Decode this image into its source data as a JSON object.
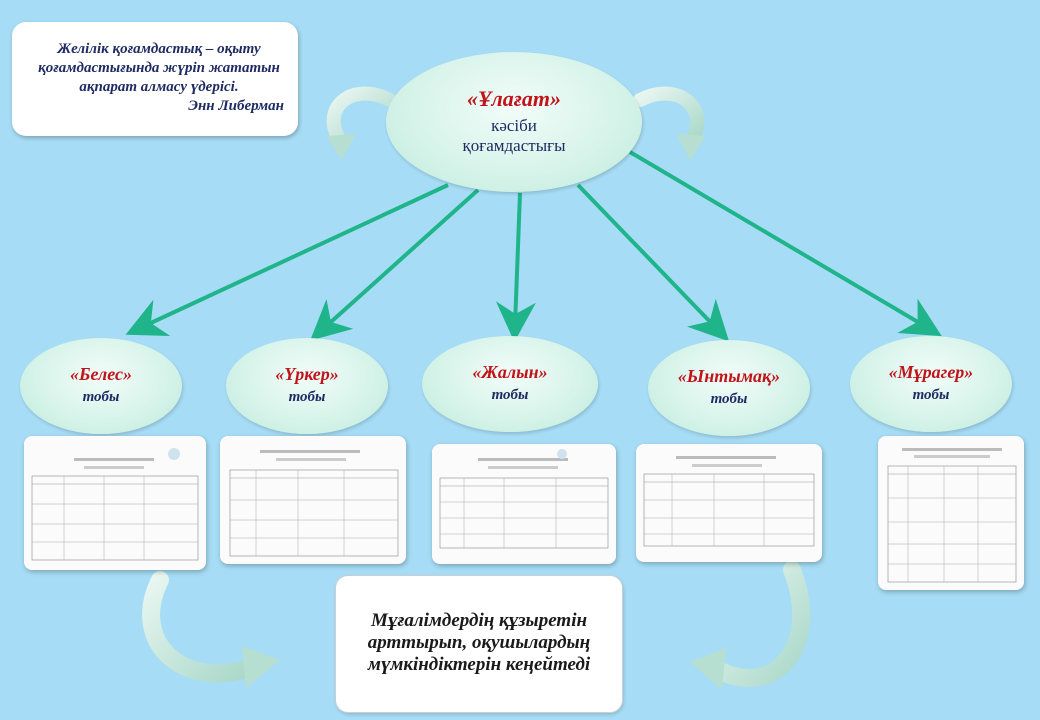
{
  "quote": {
    "text": "Желілік қоғамдастық – оқыту қоғамдастығында жүріп жататын ақпарат алмасу үдерісі.",
    "author": "Энн Либерман"
  },
  "center": {
    "name": "«Ұлағат»",
    "subtitle": "кәсіби қоғамдастығы"
  },
  "groups": [
    {
      "name": "«Белес»",
      "subtitle": "тобы"
    },
    {
      "name": "«Үркер»",
      "subtitle": "тобы"
    },
    {
      "name": "«Жалын»",
      "subtitle": "тобы"
    },
    {
      "name": "«Ынтымақ»",
      "subtitle": "тобы"
    },
    {
      "name": "«Мұрагер»",
      "subtitle": "тобы"
    }
  ],
  "result": {
    "text": "Мұғалімдердің құзыретін арттырып, оқушылардың мүмкіндіктерін кеңейтеді"
  },
  "colors": {
    "background": "#a6dcf5",
    "arrow": "#1fb489",
    "name_red": "#c0141a",
    "text_navy": "#1f2b63"
  }
}
